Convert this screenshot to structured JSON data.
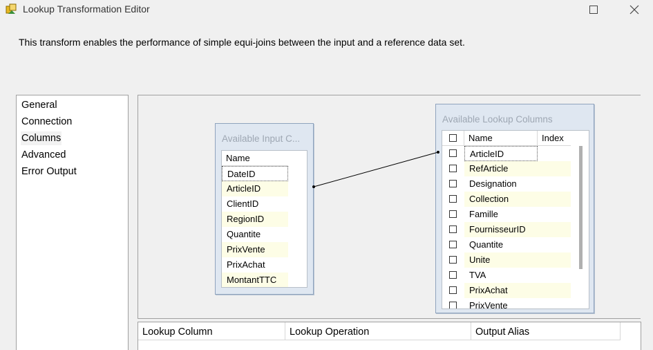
{
  "window": {
    "title": "Lookup Transformation Editor",
    "icon": "ssis-lookup-icon"
  },
  "description": "This transform enables the performance of simple equi-joins between the input and a reference data set.",
  "nav": {
    "items": [
      {
        "label": "General"
      },
      {
        "label": "Connection"
      },
      {
        "label": "Columns",
        "selected": true
      },
      {
        "label": "Advanced"
      },
      {
        "label": "Error Output"
      }
    ]
  },
  "input_table": {
    "title": "Available Input C...",
    "header": "Name",
    "rows": [
      "DateID",
      "ArticleID",
      "ClientID",
      "RegionID",
      "Quantite",
      "PrixVente",
      "PrixAchat",
      "MontantTTC"
    ]
  },
  "lookup_table": {
    "title": "Available Lookup Columns",
    "headers": {
      "name": "Name",
      "index": "Index"
    },
    "rows": [
      "ArticleID",
      "RefArticle",
      "Designation",
      "Collection",
      "Famille",
      "FournisseurID",
      "Quantite",
      "Unite",
      "TVA",
      "PrixAchat",
      "PrixVente"
    ]
  },
  "mapping_grid": {
    "headers": [
      "Lookup Column",
      "Lookup Operation",
      "Output Alias"
    ]
  },
  "colors": {
    "row_highlight": "#fdfde6",
    "table_frame": "#dfe7f1"
  }
}
